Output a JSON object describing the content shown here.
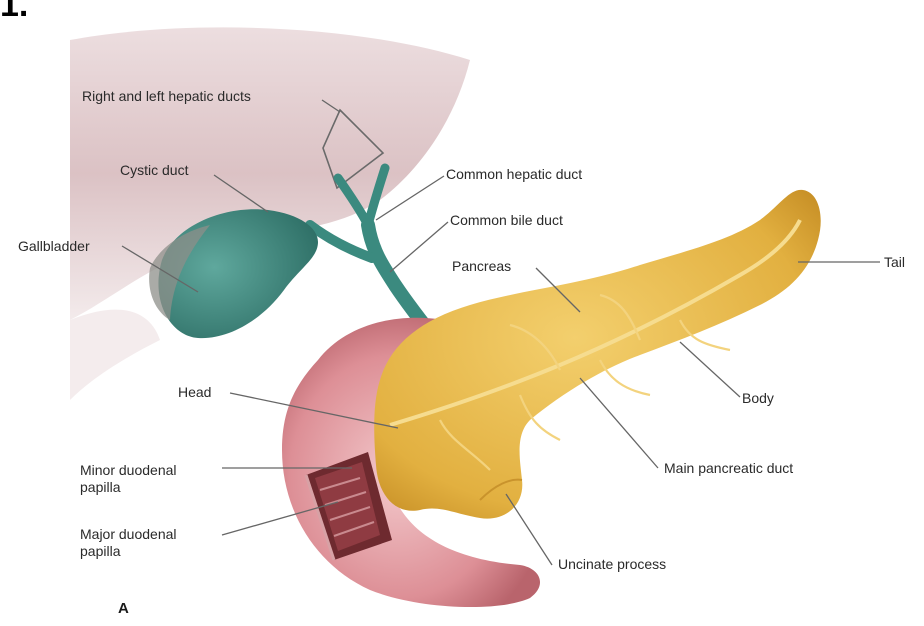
{
  "figure": {
    "corner_mark": "1.",
    "panel_letter": "A"
  },
  "labels": {
    "hepatic_ducts": "Right and left hepatic ducts",
    "cystic_duct": "Cystic duct",
    "gallbladder": "Gallbladder",
    "common_hepatic_duct": "Common hepatic duct",
    "common_bile_duct": "Common bile duct",
    "pancreas": "Pancreas",
    "tail": "Tail",
    "head": "Head",
    "body": "Body",
    "minor_papilla": "Minor duodenal papilla",
    "major_papilla": "Major duodenal papilla",
    "main_duct": "Main pancreatic duct",
    "uncinate": "Uncinate process"
  },
  "colors": {
    "liver": "#c9a3a6",
    "gallbladder": "#3f8a80",
    "duct": "#3b8a7f",
    "duodenum": "#d98c93",
    "pancreas": "#e8b84a",
    "pancreas_vessels": "#f3d37e",
    "papilla_dark": "#6e2a2f"
  }
}
